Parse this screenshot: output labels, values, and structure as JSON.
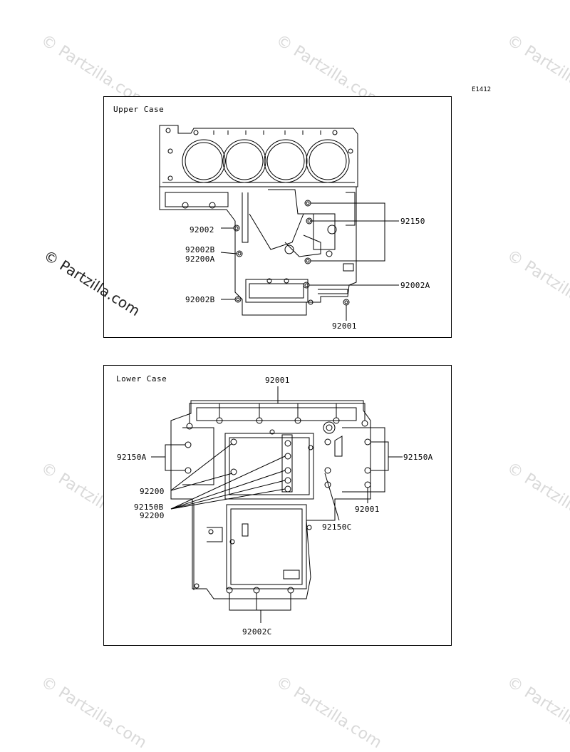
{
  "diagram_id": "E1412",
  "watermark": "© Partzilla.com",
  "upper_case": {
    "title": "Upper Case",
    "labels": {
      "l92150": "92150",
      "l92002": "92002",
      "l92002b_1": "92002B",
      "l92200a": "92200A",
      "l92002a": "92002A",
      "l92002b_2": "92002B",
      "l92001": "92001"
    }
  },
  "lower_case": {
    "title": "Lower Case",
    "labels": {
      "l92001_top": "92001",
      "l92150a_left": "92150A",
      "l92150a_right": "92150A",
      "l92200": "92200",
      "l92150b": "92150B",
      "l92200_2": "92200",
      "l92001_right": "92001",
      "l92150c": "92150C",
      "l92002c": "92002C"
    }
  },
  "colors": {
    "line": "#000000",
    "watermark": "#d9d9d9"
  }
}
